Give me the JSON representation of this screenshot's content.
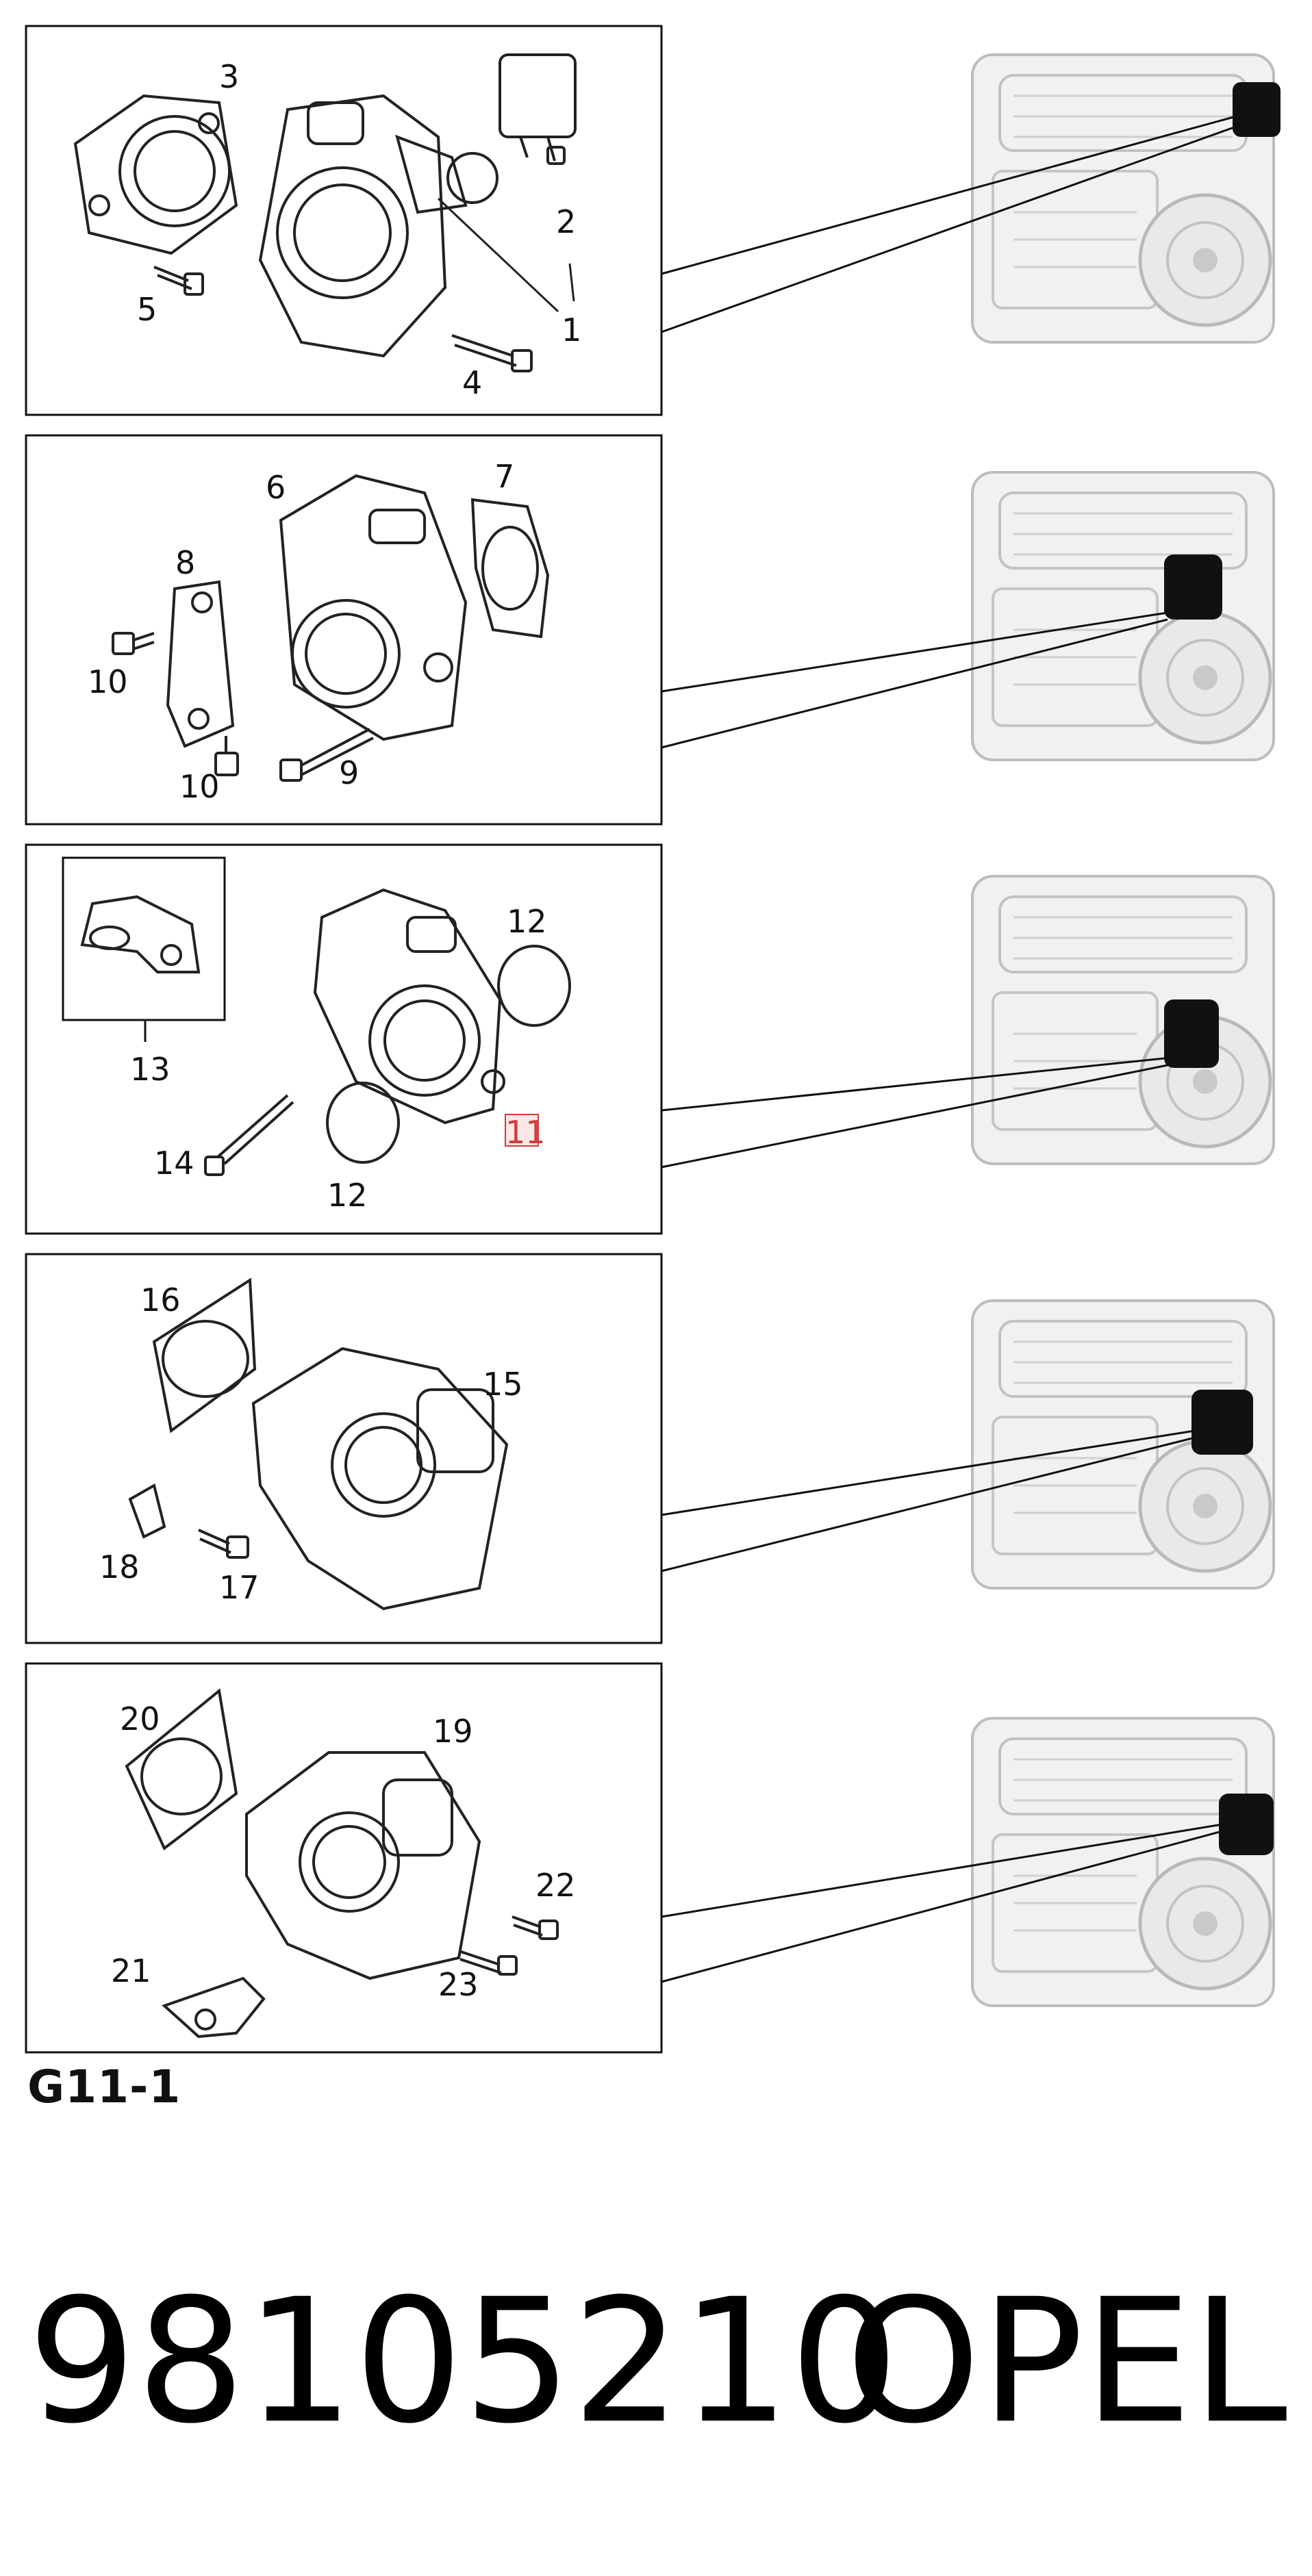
{
  "figure_code": "G11-1",
  "part_number": "98105210",
  "brand": "OPEL",
  "highlight_color": "#d23b3b",
  "callouts": {
    "panel1": [
      "3",
      "5",
      "1",
      "2",
      "4"
    ],
    "panel2": [
      "6",
      "7",
      "8",
      "10",
      "10",
      "9"
    ],
    "panel3": [
      "12",
      "13",
      "14",
      "12",
      "11"
    ],
    "panel4": [
      "16",
      "15",
      "18",
      "17"
    ],
    "panel5": [
      "20",
      "19",
      "22",
      "21",
      "23"
    ]
  },
  "highlighted_callout": "11"
}
